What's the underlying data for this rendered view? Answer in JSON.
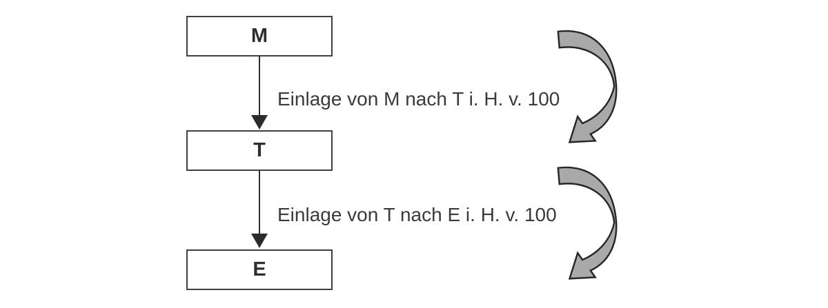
{
  "figure": {
    "background": "#ffffff",
    "nodes": [
      {
        "label": "M"
      },
      {
        "label": "T"
      },
      {
        "label": "E"
      }
    ],
    "edges": [
      {
        "from": "M",
        "to": "T",
        "label": "Einlage von M nach T i. H. v. 100"
      },
      {
        "from": "T",
        "to": "E",
        "label": "Einlage von T nach E i. H. v. 100"
      }
    ],
    "icons": [
      {
        "name": "curved-return-arrow",
        "description": "gray swoosh arrow curving right then pointing down-left"
      },
      {
        "name": "curved-return-arrow",
        "description": "gray swoosh arrow curving right then pointing down-left"
      }
    ],
    "colors": {
      "box_border": "#3f3f3f",
      "box_fill": "#ffffff",
      "node_text": "#2e2e2e",
      "edge_text": "#3a3a3a",
      "connector": "#2b2b2b",
      "curved_arrow_fill": "#a9a9a9",
      "curved_arrow_outline": "#262626"
    }
  }
}
